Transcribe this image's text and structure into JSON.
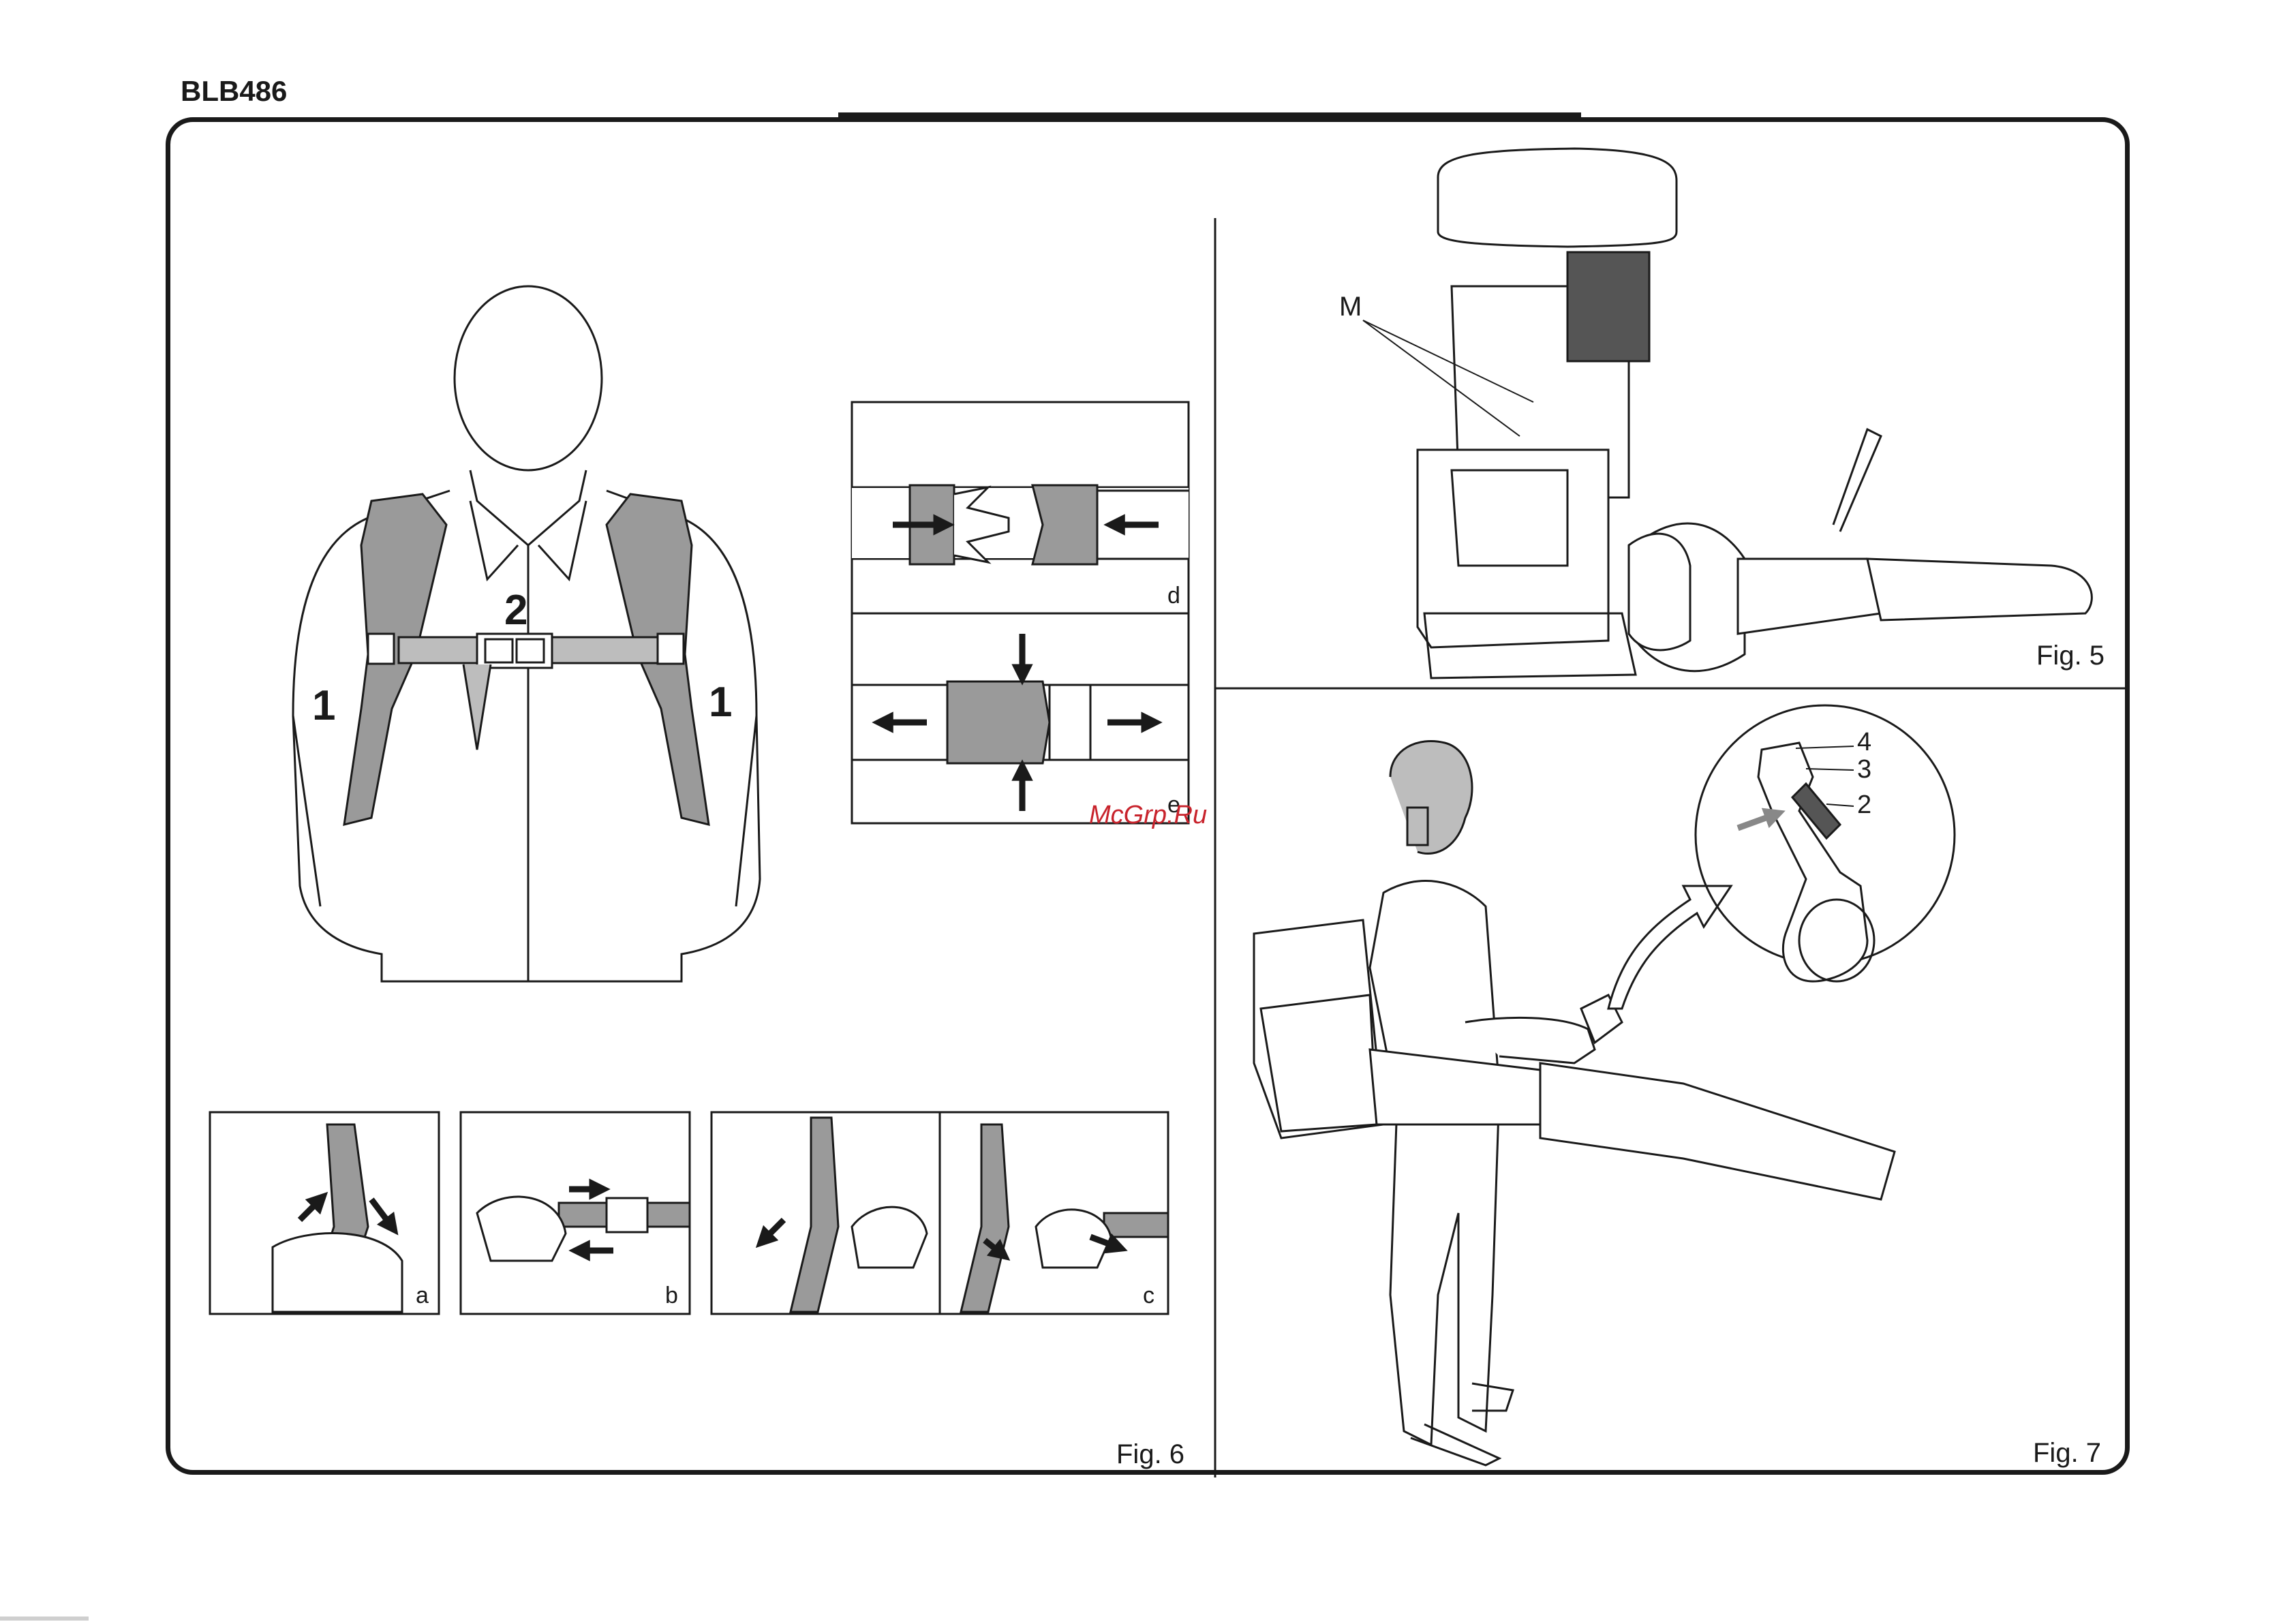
{
  "model": "BLB486",
  "figures": {
    "fig5": {
      "caption": "Fig. 5",
      "callouts": [
        "M"
      ]
    },
    "fig6": {
      "caption": "Fig. 6",
      "callouts": [
        "1",
        "2",
        "1"
      ],
      "panels": [
        "a",
        "b",
        "c",
        "d",
        "e"
      ]
    },
    "fig7": {
      "caption": "Fig. 7",
      "callouts": [
        "4",
        "3",
        "2"
      ]
    }
  },
  "watermark": "McGrp.Ru",
  "colors": {
    "line": "#1a1a1a",
    "strap": "#9a9a9a",
    "watermark": "#c8232c"
  }
}
